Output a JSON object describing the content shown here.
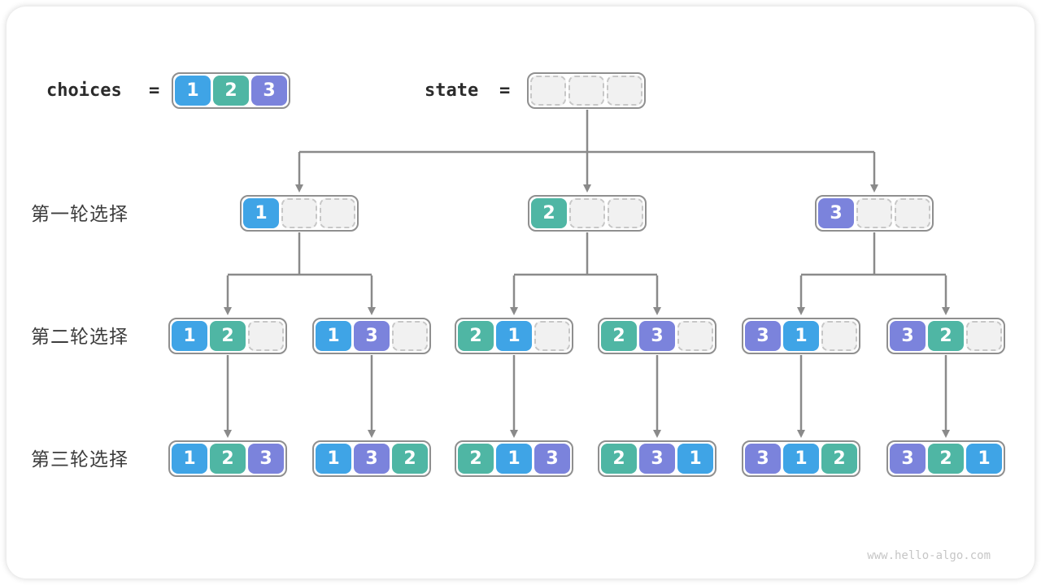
{
  "header": {
    "choices_label": "choices",
    "choices_equals": "=",
    "choices_values": [
      "1",
      "2",
      "3"
    ],
    "state_label": "state",
    "state_equals": "=",
    "state_values": [
      "",
      "",
      ""
    ]
  },
  "rows": [
    {
      "label": "第一轮选择",
      "boxes": [
        [
          "1",
          "",
          ""
        ],
        [
          "2",
          "",
          ""
        ],
        [
          "3",
          "",
          ""
        ]
      ]
    },
    {
      "label": "第二轮选择",
      "boxes": [
        [
          "1",
          "2",
          ""
        ],
        [
          "1",
          "3",
          ""
        ],
        [
          "2",
          "1",
          ""
        ],
        [
          "2",
          "3",
          ""
        ],
        [
          "3",
          "1",
          ""
        ],
        [
          "3",
          "2",
          ""
        ]
      ]
    },
    {
      "label": "第三轮选择",
      "boxes": [
        [
          "1",
          "2",
          "3"
        ],
        [
          "1",
          "3",
          "2"
        ],
        [
          "2",
          "1",
          "3"
        ],
        [
          "2",
          "3",
          "1"
        ],
        [
          "3",
          "1",
          "2"
        ],
        [
          "3",
          "2",
          "1"
        ]
      ]
    }
  ],
  "footer": {
    "watermark": "www.hello-algo.com"
  },
  "colors": {
    "choice_1": "#3fa4e6",
    "choice_2": "#4fb6a4",
    "choice_3": "#7b83dc",
    "empty_slot": "#f1f1f1",
    "connector": "#8a8a8a",
    "box_border": "#8f8f8f"
  }
}
